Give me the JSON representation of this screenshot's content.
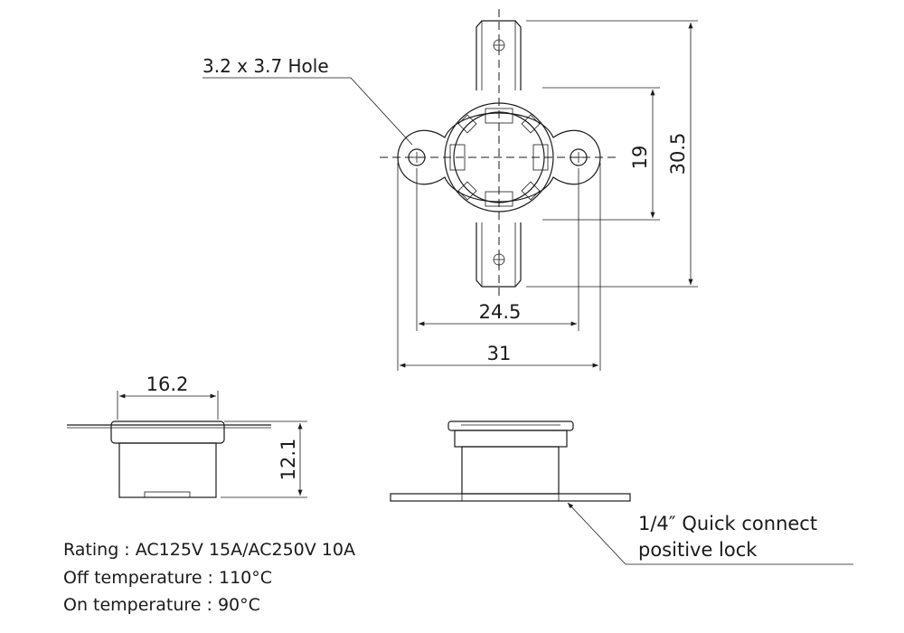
{
  "labels": {
    "hole": "3.2 x 3.7 Hole",
    "dim_height_inner": "19",
    "dim_height_outer": "30.5",
    "dim_width_inner": "24.5",
    "dim_width_outer": "31",
    "dim_side_width": "16.2",
    "dim_side_height": "12.1",
    "connector_line1": "1/4″  Quick connect",
    "connector_line2": "positive lock"
  },
  "specs": {
    "rating": "Rating : AC125V 15A/AC250V 10A",
    "off_temp": "Off temperature : 110°C",
    "on_temp": "On temperature : 90°C"
  }
}
